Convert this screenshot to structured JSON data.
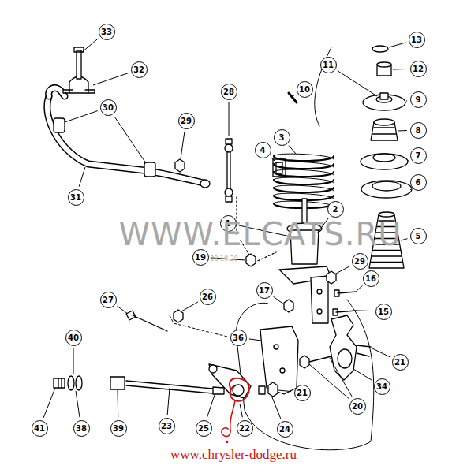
{
  "diagram": {
    "labels": [
      "33",
      "32",
      "13",
      "12",
      "11",
      "10",
      "9",
      "8",
      "7",
      "6",
      "5",
      "4",
      "3",
      "2",
      "1",
      "28",
      "29",
      "30",
      "31",
      "19",
      "29",
      "16",
      "17",
      "15",
      "27",
      "26",
      "36",
      "20",
      "34",
      "21",
      "21",
      "40",
      "41",
      "38",
      "39",
      "23",
      "25",
      "22",
      "24",
      "WWW.ELCATS.RU",
      "03.10.20",
      "www.chrysler-dodge.ru"
    ]
  }
}
